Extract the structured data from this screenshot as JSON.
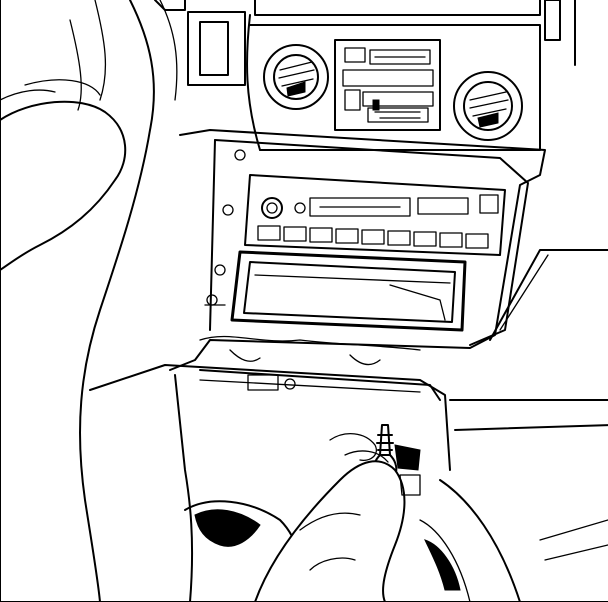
{
  "illustration": {
    "style": "black line drawing",
    "colors": {
      "stroke": "#000000",
      "background": "#ffffff"
    },
    "parts": {
      "vents": [
        "left-air-vent",
        "right-air-vent"
      ],
      "climate_control": "climate-control-panel",
      "radio": "radio-head-unit",
      "pocket": "storage-pocket",
      "console": "center-console",
      "shifter": "gear-shift-lever",
      "boot": "shift-boot",
      "seat": "driver-seat",
      "hand": "technician-hand"
    }
  }
}
